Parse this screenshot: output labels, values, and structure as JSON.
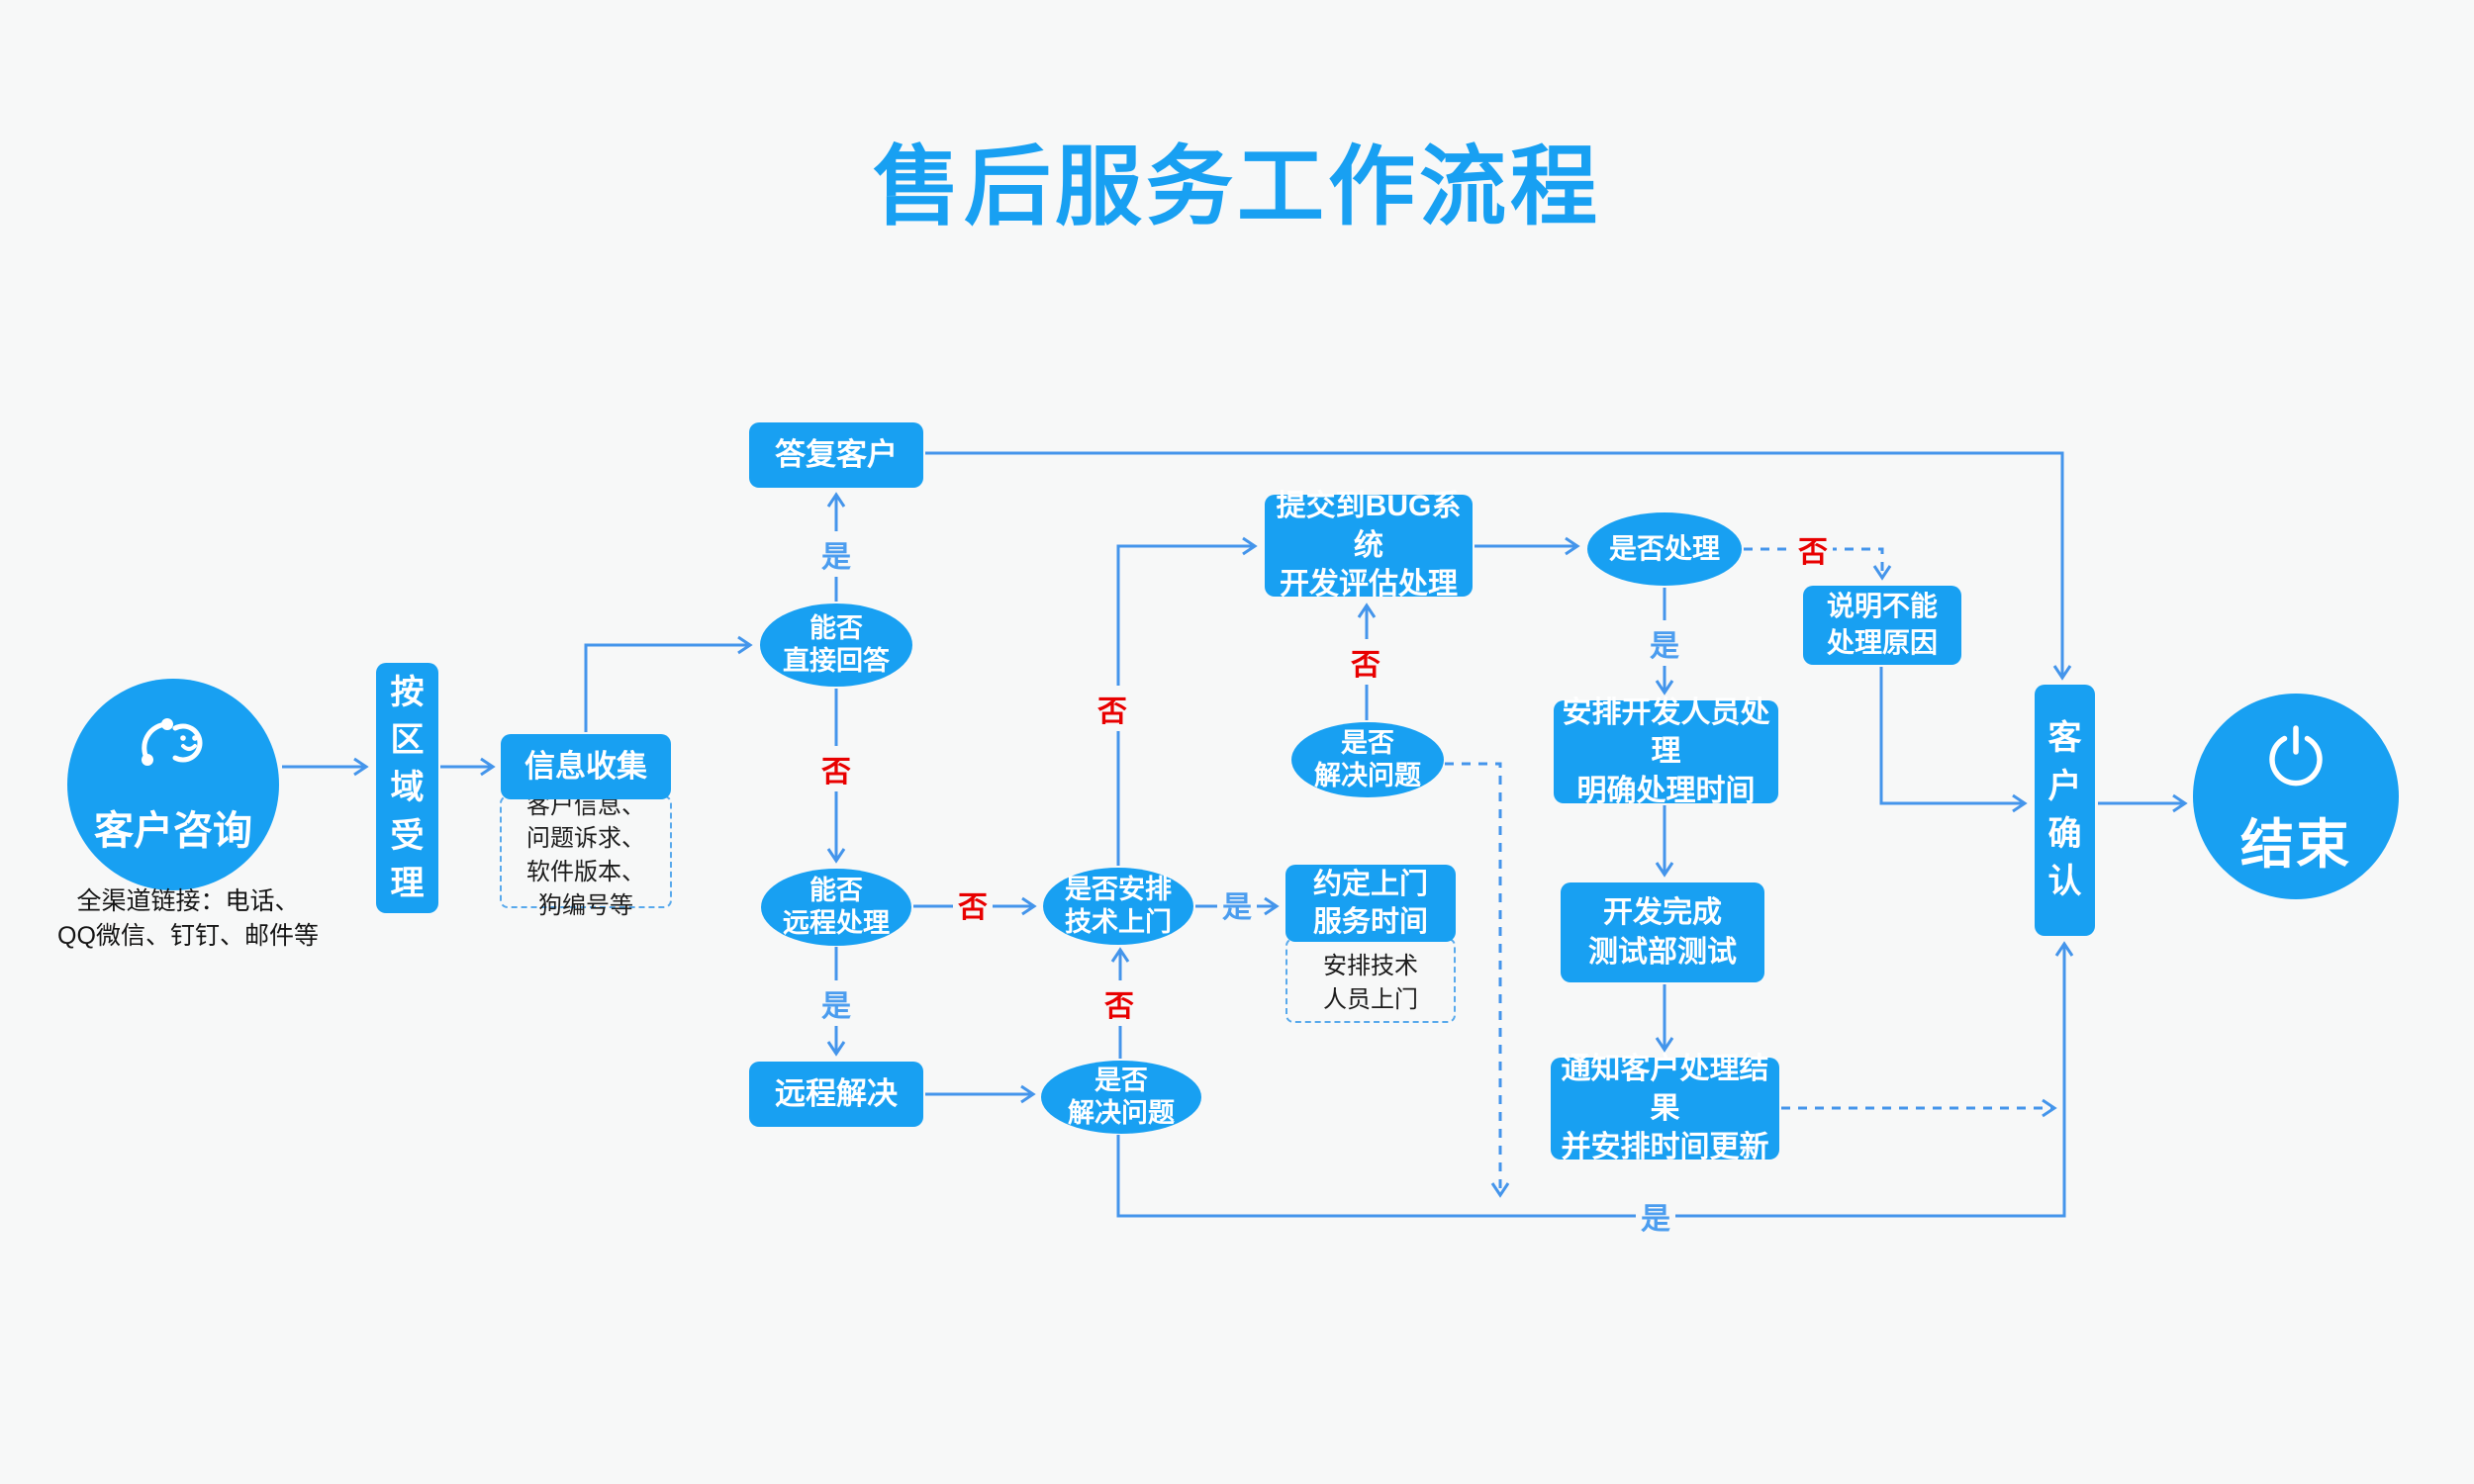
{
  "title": "售后服务工作流程",
  "labels": {
    "yes": "是",
    "no": "否"
  },
  "colors": {
    "primary": "#18a0f2",
    "line": "#4495eb",
    "no_red": "#e80000",
    "background": "#f7f8f8",
    "text_on_blue": "#ffffff"
  },
  "nodes": {
    "customer_inquiry": {
      "label": "客户咨询",
      "caption": "全渠道链接：电话、\nQQ微信、钉钉、邮件等"
    },
    "regional_acceptance": {
      "label": "按区域受理"
    },
    "info_collection": {
      "label": "信息收集",
      "note": [
        "客户信息、",
        "问题诉求、",
        "软件版本、",
        "狗编号等"
      ]
    },
    "can_answer_directly": {
      "label": "能否\n直接回答"
    },
    "reply_customer": {
      "label": "答复客户"
    },
    "can_remote_handle": {
      "label": "能否\n远程处理"
    },
    "remote_resolve": {
      "label": "远程解决"
    },
    "problem_solved_remote": {
      "label": "是否\n解决问题"
    },
    "arrange_onsite": {
      "label": "是否安排\n技术上门"
    },
    "schedule_onsite": {
      "label": "约定上门\n服务时间",
      "note": [
        "安排技术",
        "人员上门"
      ]
    },
    "problem_solved_onsite": {
      "label": "是否\n解决问题"
    },
    "submit_bug": {
      "label": "提交到BUG系统\n开发评估处理"
    },
    "handle_or_not": {
      "label": "是否处理"
    },
    "explain_reason": {
      "label": "说明不能\n处理原因"
    },
    "arrange_dev": {
      "label": "安排开发人员处理\n明确处理时间"
    },
    "dev_complete": {
      "label": "开发完成\n测试部测试"
    },
    "notify_customer": {
      "label": "通知客户处理结果\n并安排时间更新"
    },
    "customer_confirm": {
      "label": "客户确认"
    },
    "end": {
      "label": "结束"
    }
  }
}
